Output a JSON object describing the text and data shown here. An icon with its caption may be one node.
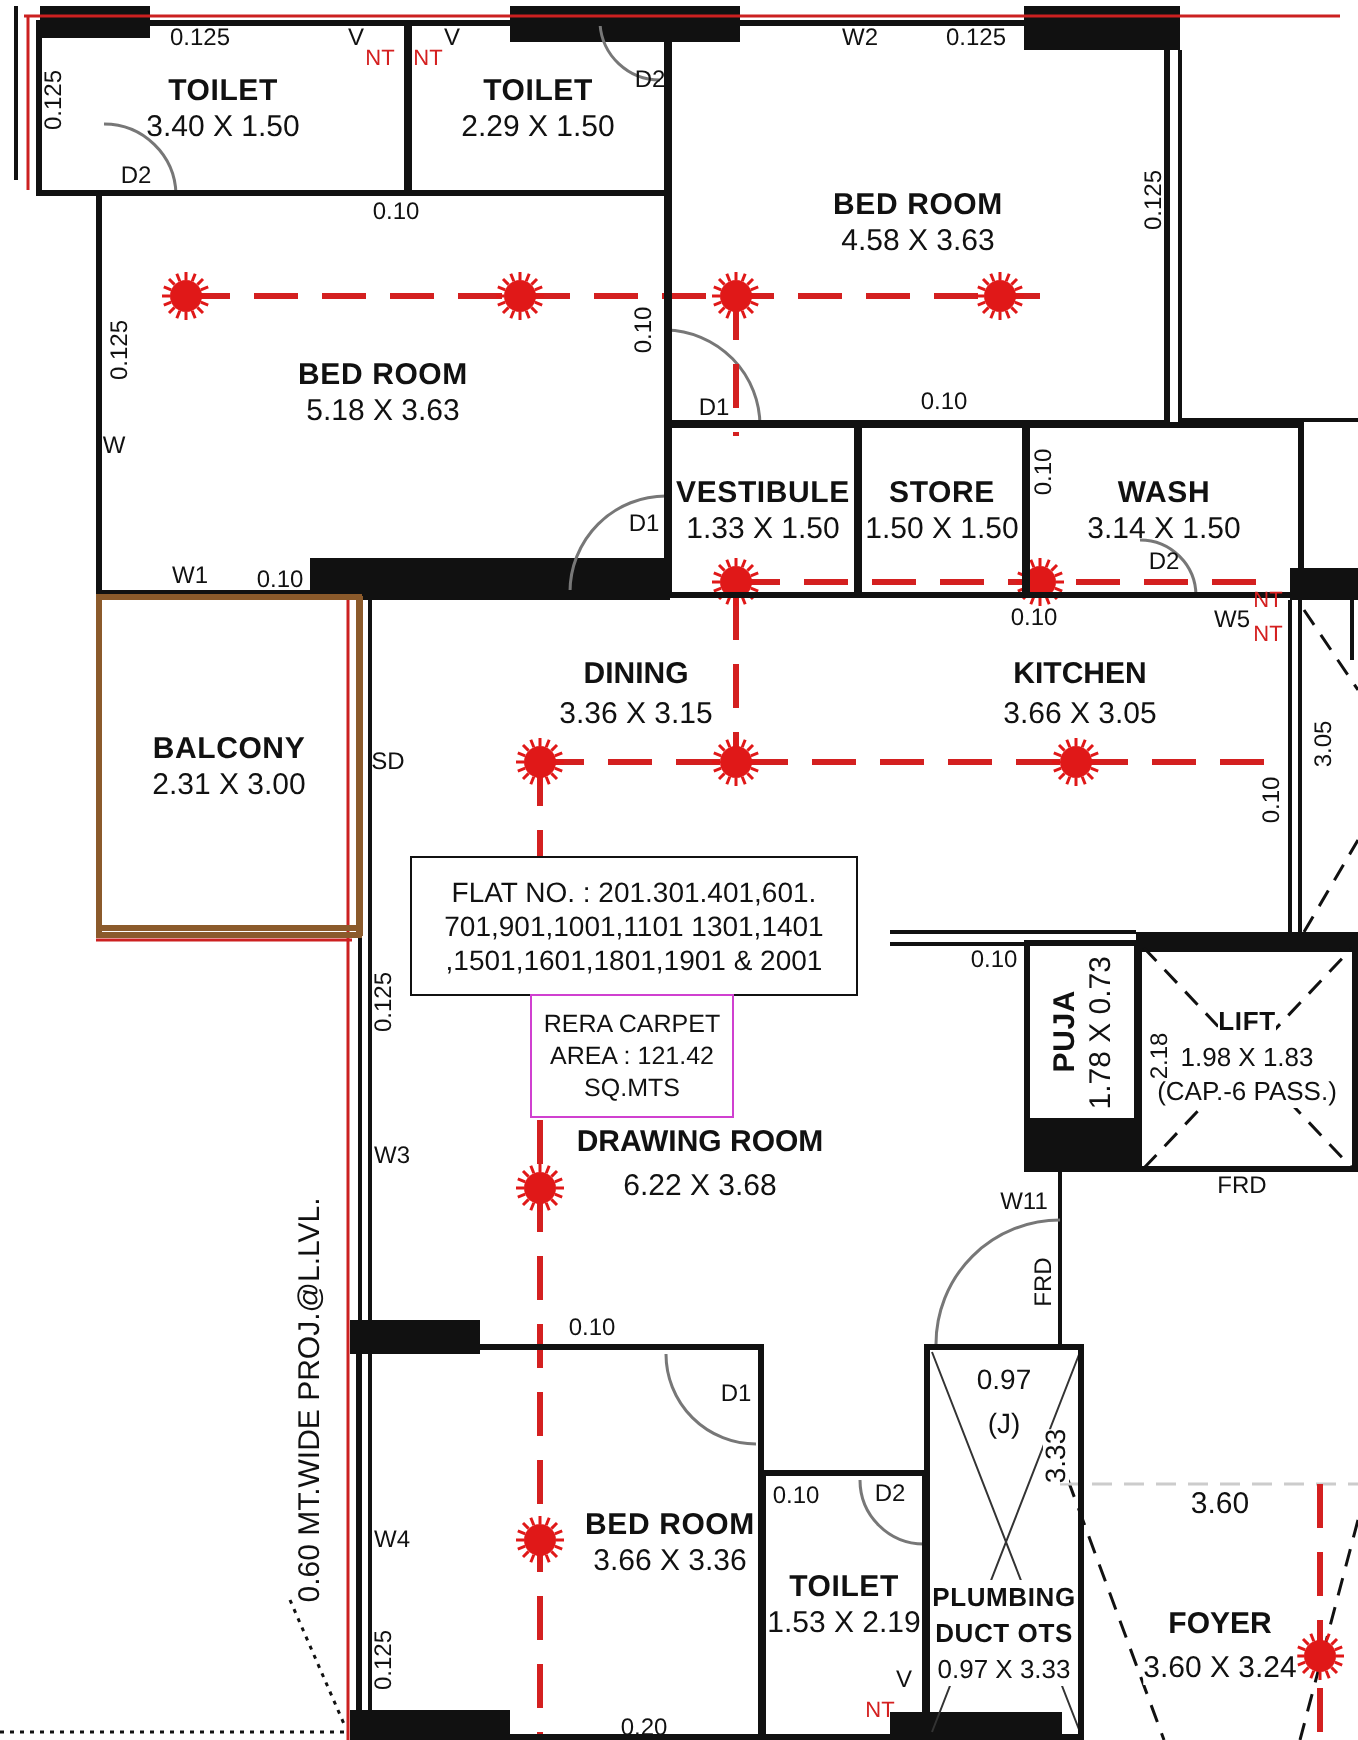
{
  "diagram": {
    "nodes": [
      {
        "text": [
          "TOILET",
          "3.40 X 1.50"
        ]
      },
      {
        "text": [
          "TOILET",
          "2.29 X 1.50"
        ]
      },
      {
        "text": [
          "BED ROOM",
          "4.58 X 3.63"
        ]
      },
      {
        "text": [
          "BED ROOM",
          "5.18 X 3.63"
        ]
      },
      {
        "text": [
          "VESTIBULE",
          "1.33 X 1.50"
        ]
      },
      {
        "text": [
          "STORE",
          "1.50 X 1.50"
        ]
      },
      {
        "text": [
          "WASH",
          "3.14 X 1.50"
        ]
      },
      {
        "text": [
          "BALCONY",
          "2.31 X 3.00"
        ]
      },
      {
        "text": [
          "FLAT NO. : 201.301.401,601. 701,901,1001,1101 1301,1401 ,1501,1601,1801,1901 & 2001"
        ]
      },
      {
        "text": [
          "RERA CARPET AREA : 121.42 SQ.MTS"
        ]
      },
      {
        "text": [
          "PUJA",
          "1.78 X 0.73"
        ]
      },
      {
        "text": [
          "LIFT",
          "1.98 X 1.83 (CAP.-6 PASS.)"
        ]
      },
      {
        "text": [
          "BED ROOM",
          "3.66 X 3.36"
        ]
      },
      {
        "text": [
          "TOILET",
          "1.53 X 2.19"
        ]
      },
      {
        "text": [
          "PLUMBING DUCT OTS",
          "0.97 X 3.33"
        ]
      }
    ],
    "labels": [
      "0.125",
      "V",
      "NT",
      "NT",
      "V",
      "W2",
      "0.125",
      "0.125",
      "D2",
      "D2",
      "0.10",
      "0.125",
      "0.125",
      "0.10",
      "D1",
      "0.10",
      "W",
      "0.10",
      "D1",
      "D2",
      "W1",
      "0.10",
      "0.10",
      "W5",
      "NT",
      "NT",
      "SD",
      "DINING",
      "3.36 X 3.15",
      "KITCHEN",
      "3.66 X 3.05",
      "0.10",
      "3.05",
      "0.10",
      "0.125",
      "2.18",
      "DRAWING ROOM",
      "6.22 X 3.68",
      "W3",
      "FRD",
      "W11",
      "FRD",
      "0.10",
      "D1",
      "0.97",
      "(J)",
      "3.33",
      "0.10",
      "D2",
      "3.60",
      "0.60 MT.WIDE PROJ.@L.LVL.",
      "W4",
      "0.125",
      "FOYER",
      "3.60 X 3.24",
      "V",
      "NT",
      "0.20"
    ]
  }
}
